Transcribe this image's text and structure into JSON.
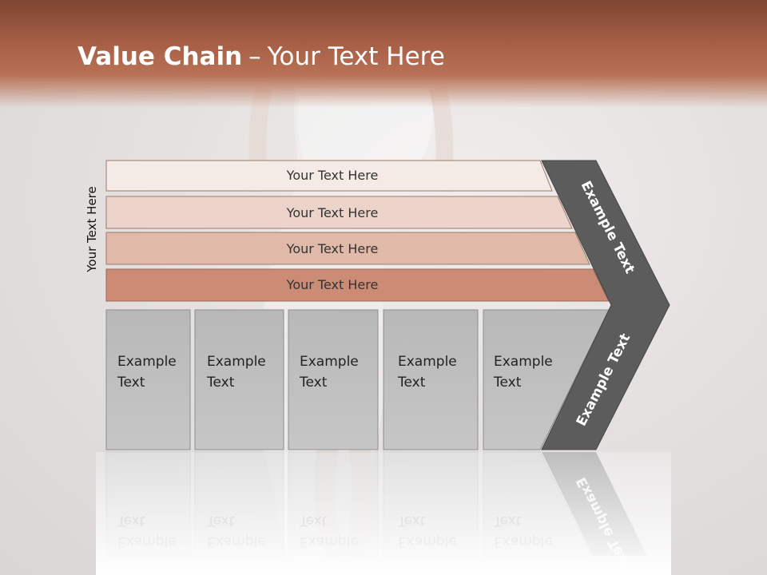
{
  "title": {
    "main": "Value Chain",
    "separator": "–",
    "rest": "Your Text Here"
  },
  "side_label": "Your Text Here",
  "rows": [
    {
      "label": "Your Text Here",
      "color": "#f4ebe7"
    },
    {
      "label": "Your Text Here",
      "color": "#ecd4ca"
    },
    {
      "label": "Your Text Here",
      "color": "#e0b9a8"
    },
    {
      "label": "Your Text Here",
      "color": "#cb8b74"
    }
  ],
  "boxes": [
    {
      "line1": "Example",
      "line2": "Text"
    },
    {
      "line1": "Example",
      "line2": "Text"
    },
    {
      "line1": "Example",
      "line2": "Text"
    },
    {
      "line1": "Example",
      "line2": "Text"
    },
    {
      "line1": "Example",
      "line2": "Text"
    }
  ],
  "chevron": {
    "top_label": "Example Text",
    "bottom_label": "Example Text",
    "color": "#5c5c5c"
  },
  "colors": {
    "banner": "#a65f45",
    "box_fill": "#bdbdbd",
    "box_border": "#8e8e8e"
  }
}
